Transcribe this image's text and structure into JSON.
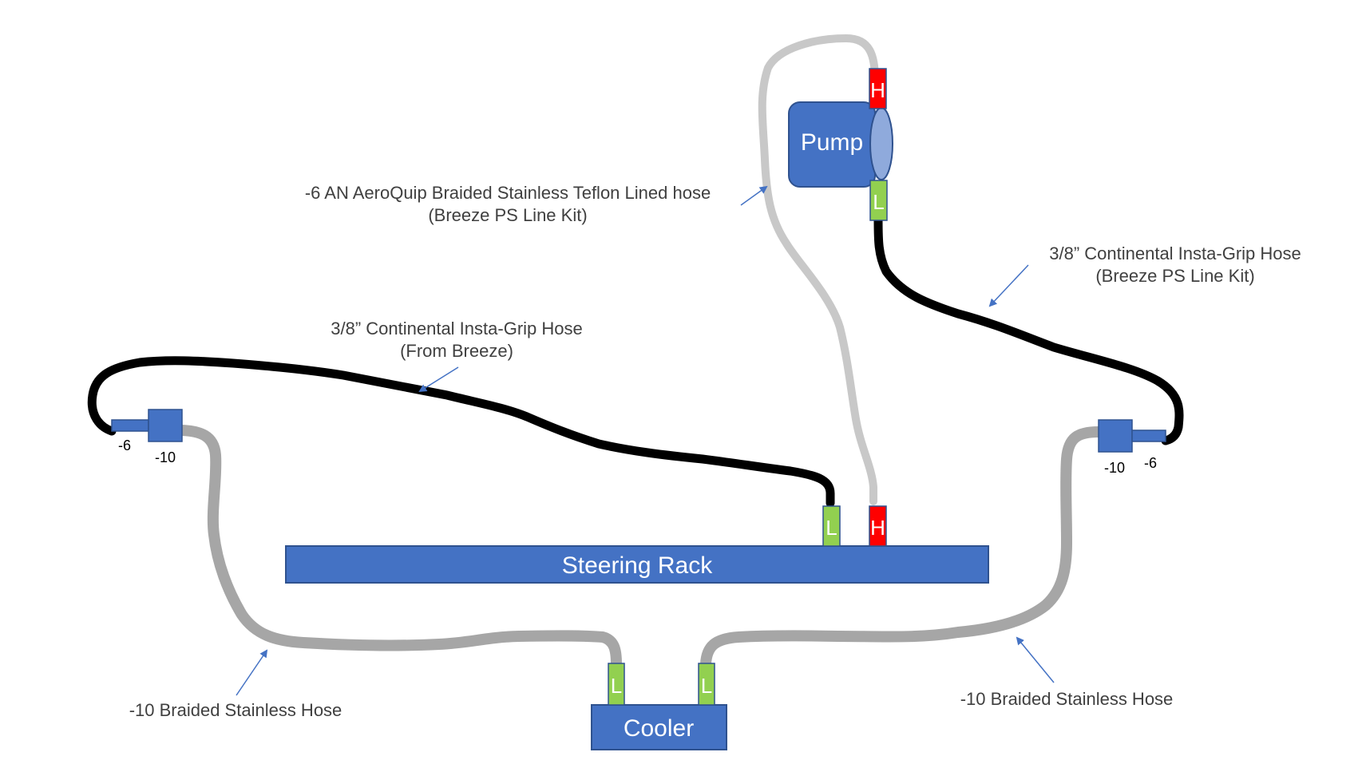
{
  "colors": {
    "component_blue": "#4472c4",
    "component_border": "#2f528f",
    "pump_face": "#8faadc",
    "high_port_red": "#ff0000",
    "low_port_green": "#92d050",
    "hose_black": "#000000",
    "hose_light_gray": "#c8c8c8",
    "hose_gray": "#a6a6a6",
    "label_gray": "#404040",
    "arrow_blue": "#4472c4"
  },
  "components": {
    "pump": "Pump",
    "steering_rack": "Steering Rack",
    "cooler": "Cooler"
  },
  "ports": {
    "pump_high": "H",
    "pump_low": "L",
    "rack_low": "L",
    "rack_high": "H",
    "cooler_left": "L",
    "cooler_right": "L"
  },
  "fitting_sizes": {
    "left_minus6": "-6",
    "left_minus10": "-10",
    "right_minus10": "-10",
    "right_minus6": "-6"
  },
  "labels": {
    "teflon_hose": [
      "-6 AN AeroQuip Braided Stainless Teflon Lined hose",
      "(Breeze PS Line Kit)"
    ],
    "insta_grip_right": [
      "3/8” Continental Insta-Grip Hose",
      "(Breeze PS Line Kit)"
    ],
    "insta_grip_left": [
      "3/8” Continental Insta-Grip Hose",
      "(From Breeze)"
    ],
    "braided_left": "-10 Braided Stainless Hose",
    "braided_right": "-10 Braided Stainless Hose"
  }
}
